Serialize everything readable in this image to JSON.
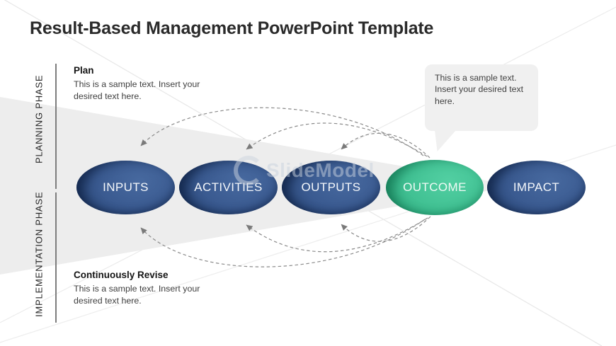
{
  "slide": {
    "title": "Result-Based Management PowerPoint Template",
    "left_rail": {
      "planning_label": "PLANNING PHASE",
      "implementation_label": "IMPLEMENTATION PHASE"
    },
    "plan_note": {
      "heading": "Plan",
      "body": "This is a sample text. Insert your desired text here."
    },
    "revise_note": {
      "heading": "Continuously Revise",
      "body": "This is a sample text. Insert your desired text here."
    },
    "speech_bubble": {
      "body": "This is a sample text. Insert your desired text here."
    },
    "stages": [
      {
        "label": "INPUTS",
        "fill": "#35538a"
      },
      {
        "label": "ACTIVITIES",
        "fill": "#35538a"
      },
      {
        "label": "OUTPUTS",
        "fill": "#35538a"
      },
      {
        "label": "OUTCOME",
        "fill": "#3dbd8e"
      },
      {
        "label": "IMPACT",
        "fill": "#35538a"
      }
    ],
    "watermark": "SlideModel",
    "colors": {
      "stage_blue": "#35538a",
      "stage_blue_shadow": "#1f3a66",
      "stage_green": "#3dbd8e",
      "stage_green_shadow": "#27996f",
      "funnel_gray": "#ededed",
      "bubble_gray": "#f0f0f0",
      "arrow_gray": "#8a8a8a",
      "title_text": "#2a2a2a"
    }
  }
}
